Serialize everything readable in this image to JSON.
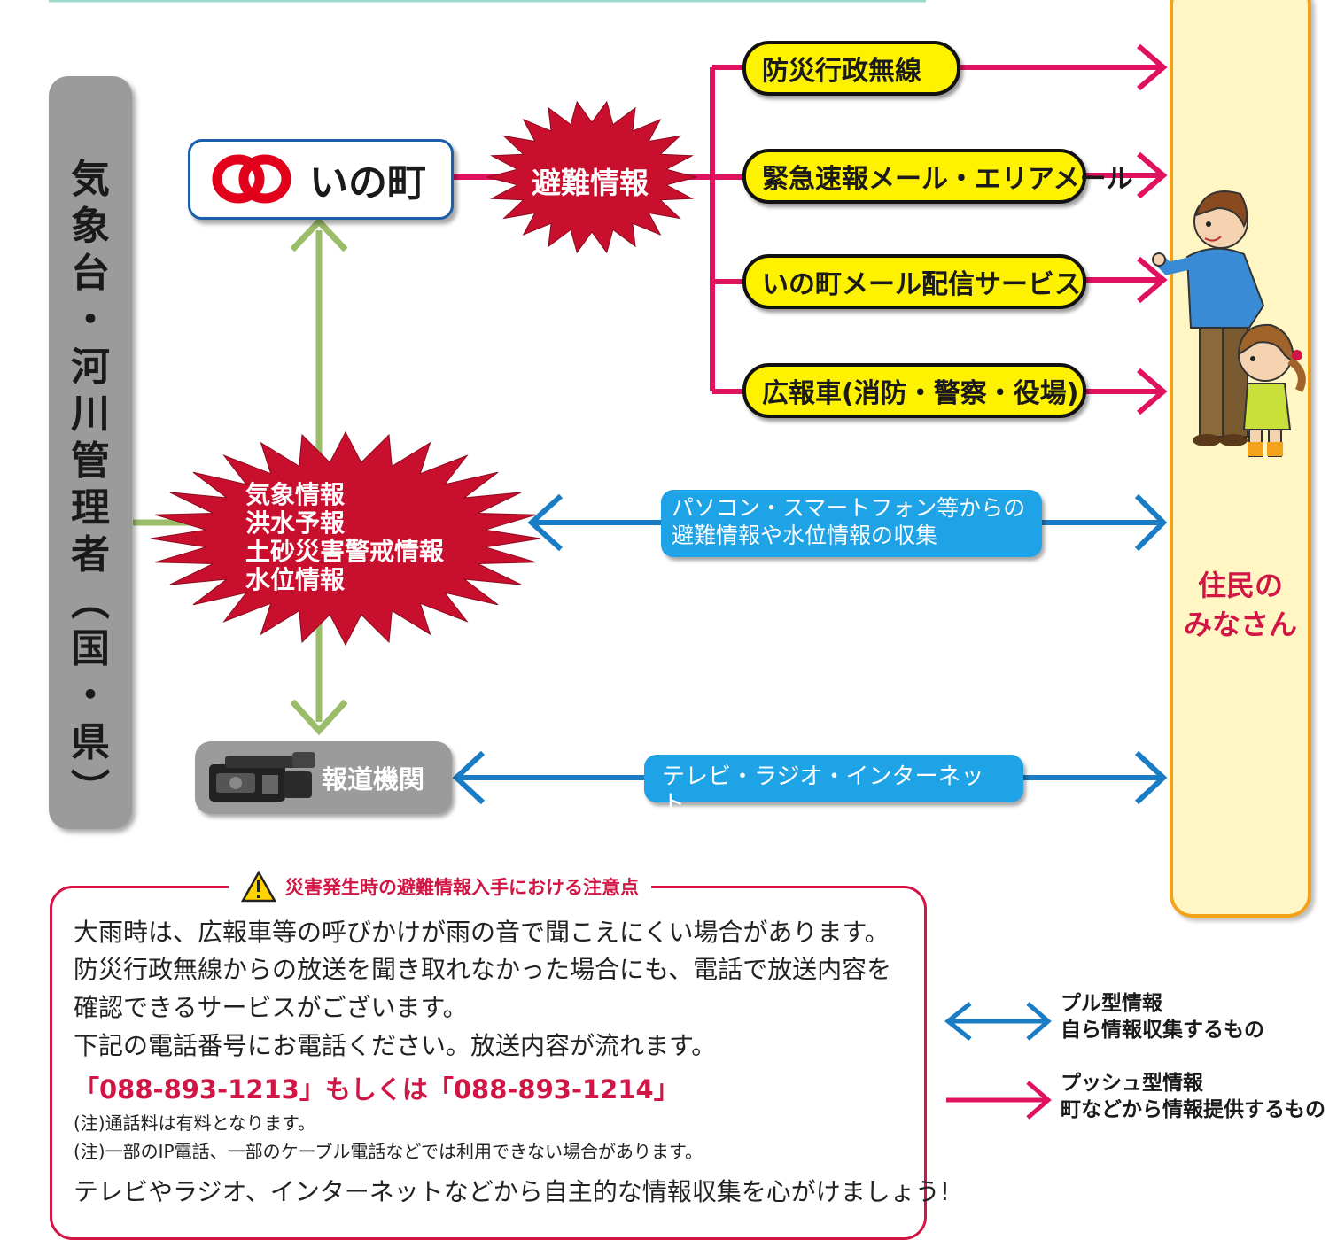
{
  "left_column": {
    "text": "気\n象\n台\n・\n河\n川\n管\n理\n者\n︵\n国\n・\n県\n︶"
  },
  "town": {
    "label": "いの町"
  },
  "evacuation_burst": {
    "label": "避難情報"
  },
  "channels": [
    "防災行政無線",
    "緊急速報メール・エリアメール",
    "いの町メール配信サービス",
    "広報車(消防・警察・役場)"
  ],
  "weather_burst": {
    "lines": [
      "気象情報",
      "洪水予報",
      "土砂災害警戒情報",
      "水位情報"
    ]
  },
  "pc_box": {
    "line1": "パソコン・スマートフォン等からの",
    "line2": "避難情報や水位情報の収集"
  },
  "media": {
    "label": "報道機関",
    "icon": "video-camera-icon"
  },
  "tv_box": {
    "label": "テレビ・ラジオ・インターネット"
  },
  "residents": {
    "line1": "住民の",
    "line2": "みなさん"
  },
  "notice": {
    "title": "災害発生時の避難情報入手における注意点",
    "icon": "warning-icon",
    "line1": "大雨時は、広報車等の呼びかけが雨の音で聞こえにくい場合があります。",
    "line2": "防災行政無線からの放送を聞き取れなかった場合にも、電話で放送内容を",
    "line3": "確認できるサービスがございます。",
    "line4": "下記の電話番号にお電話ください。放送内容が流れます。",
    "phone": "「088-893-1213」もしくは「088-893-1214」",
    "note1": "(注)通話料は有料となります。",
    "note2": "(注)一部のIP電話、一部のケーブル電話などでは利用できない場合があります。",
    "footer": "テレビやラジオ、インターネットなどから自主的な情報収集を心がけましょう!"
  },
  "legend": {
    "pull_title": "プル型情報",
    "pull_desc": "自ら情報収集するもの",
    "push_title": "プッシュ型情報",
    "push_desc": "町などから情報提供するもの"
  },
  "colors": {
    "push": "#e0115f",
    "pull": "#1a7cc4",
    "green": "#9bbd6a",
    "burst": "#c8102e",
    "accent": "#d11544"
  }
}
